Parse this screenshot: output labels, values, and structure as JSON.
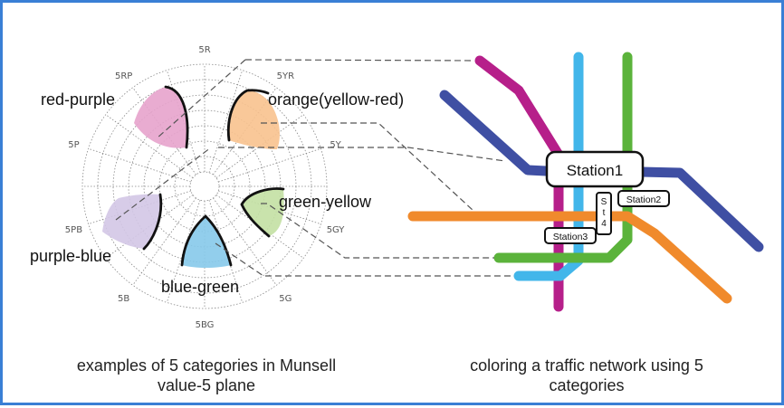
{
  "hue_labels": [
    "5R",
    "5YR",
    "5Y",
    "5GY",
    "5G",
    "5BG",
    "5B",
    "5PB",
    "5P",
    "5RP"
  ],
  "categories": [
    {
      "label": "red-purple",
      "color": "#e7a3cc"
    },
    {
      "label": "orange(yellow-red)",
      "color": "#f8c28e"
    },
    {
      "label": "green-yellow",
      "color": "#c3e0a3"
    },
    {
      "label": "blue-green",
      "color": "#86c9ea"
    },
    {
      "label": "purple-blue",
      "color": "#d3c7e6"
    }
  ],
  "stations": {
    "station1": "Station1",
    "station2": "Station2",
    "station3": "Station3",
    "station4": "St4"
  },
  "captions": {
    "left_line1": "examples of 5 categories in Munsell",
    "left_line2": "value-5 plane",
    "right_line1": "coloring a traffic network using 5",
    "right_line2": "categories"
  },
  "line_colors": {
    "red_purple": "#b61f8a",
    "orange": "#f08a2c",
    "green_yellow": "#5bb33b",
    "blue_green": "#42b6ea",
    "purple_blue": "#3f4fa3"
  },
  "frame_color": "#3a7fd5"
}
